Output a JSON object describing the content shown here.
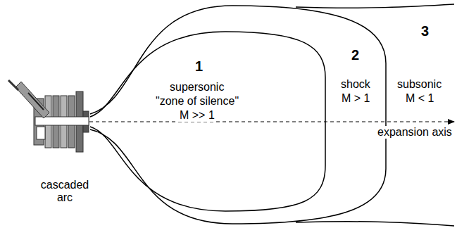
{
  "diagram": {
    "labels": [
      "cascaded arc",
      "1",
      "supersonic",
      "\"zone of silence\"",
      "M >> 1",
      "2",
      "shock",
      "M > 1",
      "3",
      "subsonic",
      "M < 1",
      "expansion axis"
    ]
  }
}
